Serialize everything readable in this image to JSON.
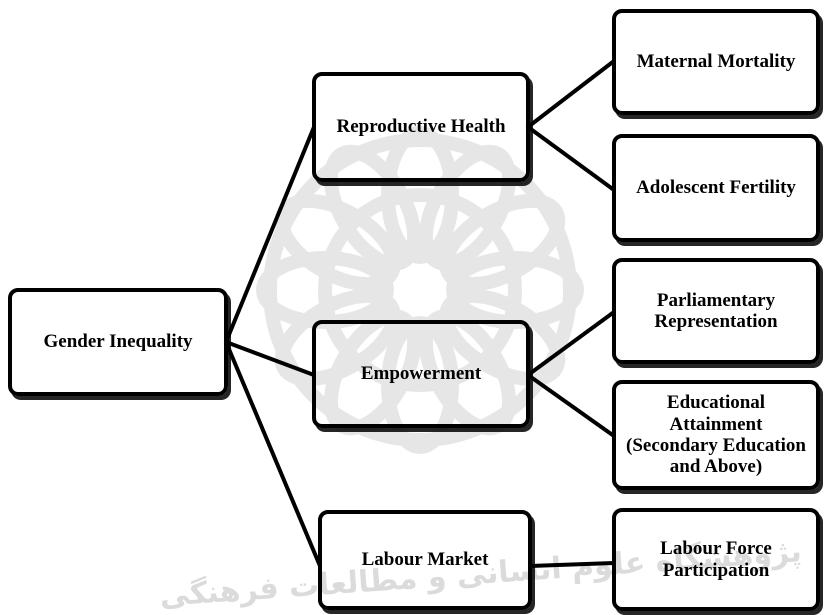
{
  "root": {
    "label": "Gender Inequality"
  },
  "dimensions": [
    {
      "label": "Reproductive Health"
    },
    {
      "label": "Empowerment"
    },
    {
      "label": "Labour Market"
    }
  ],
  "indicators": [
    {
      "label": "Maternal Mortality"
    },
    {
      "label": "Adolescent Fertility"
    },
    {
      "label": "Parliamentary\nRepresentation"
    },
    {
      "label": "Educational\nAttainment\n(Secondary Education\nand Above)"
    },
    {
      "label": "Labour Force\nParticipation"
    }
  ],
  "watermark": {
    "text": "پژوهشگاه علوم انسانی و مطالعات فرهنگی"
  }
}
